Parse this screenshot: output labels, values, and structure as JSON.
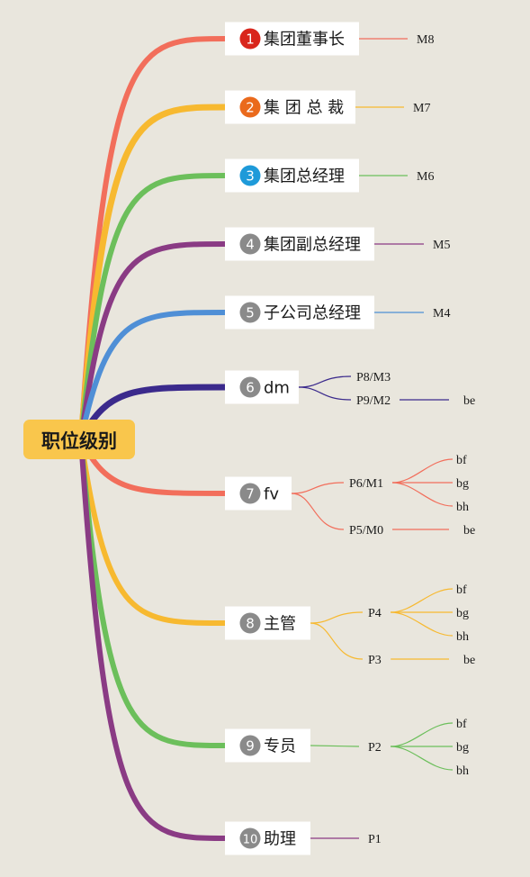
{
  "root": {
    "label": "职位级别",
    "fill": "#f9c64c"
  },
  "levels": [
    {
      "num": "1",
      "label": "集团董事长",
      "color": "#f26e5b",
      "numColor": "#d9261c",
      "children": [
        {
          "label": "M8"
        }
      ]
    },
    {
      "num": "2",
      "label": "集 团 总 裁",
      "color": "#f7b930",
      "numColor": "#ea6a1c",
      "children": [
        {
          "label": "M7"
        }
      ]
    },
    {
      "num": "3",
      "label": "集团总经理",
      "color": "#6cbf5b",
      "numColor": "#1e9ad9",
      "children": [
        {
          "label": "M6"
        }
      ]
    },
    {
      "num": "4",
      "label": "集团副总经理",
      "color": "#8a3b84",
      "numColor": "#8a8a8a",
      "children": [
        {
          "label": "M5"
        }
      ]
    },
    {
      "num": "5",
      "label": "子公司总经理",
      "color": "#4f8fd6",
      "numColor": "#8a8a8a",
      "children": [
        {
          "label": "M4"
        }
      ]
    },
    {
      "num": "6",
      "label": "dm",
      "color": "#3b2a8c",
      "numColor": "#8a8a8a",
      "children": [
        {
          "label": "P8/M3"
        },
        {
          "label": "P9/M2",
          "children": [
            "be"
          ]
        }
      ]
    },
    {
      "num": "7",
      "label": "fv",
      "color": "#f26e5b",
      "numColor": "#8a8a8a",
      "children": [
        {
          "label": "P6/M1",
          "children": [
            "bf",
            "bg",
            "bh"
          ]
        },
        {
          "label": "P5/M0",
          "children": [
            "be"
          ]
        }
      ]
    },
    {
      "num": "8",
      "label": "主管",
      "color": "#f7b930",
      "numColor": "#8a8a8a",
      "children": [
        {
          "label": "P4",
          "children": [
            "bf",
            "bg",
            "bh"
          ]
        },
        {
          "label": "P3",
          "children": [
            "be"
          ]
        }
      ]
    },
    {
      "num": "9",
      "label": "专员",
      "color": "#6cbf5b",
      "numColor": "#8a8a8a",
      "children": [
        {
          "label": "P2",
          "children": [
            "bf",
            "bg",
            "bh"
          ]
        }
      ]
    },
    {
      "num": "10",
      "label": "助理",
      "color": "#8a3b84",
      "numColor": "#8a8a8a",
      "children": [
        {
          "label": "P1"
        }
      ]
    }
  ]
}
